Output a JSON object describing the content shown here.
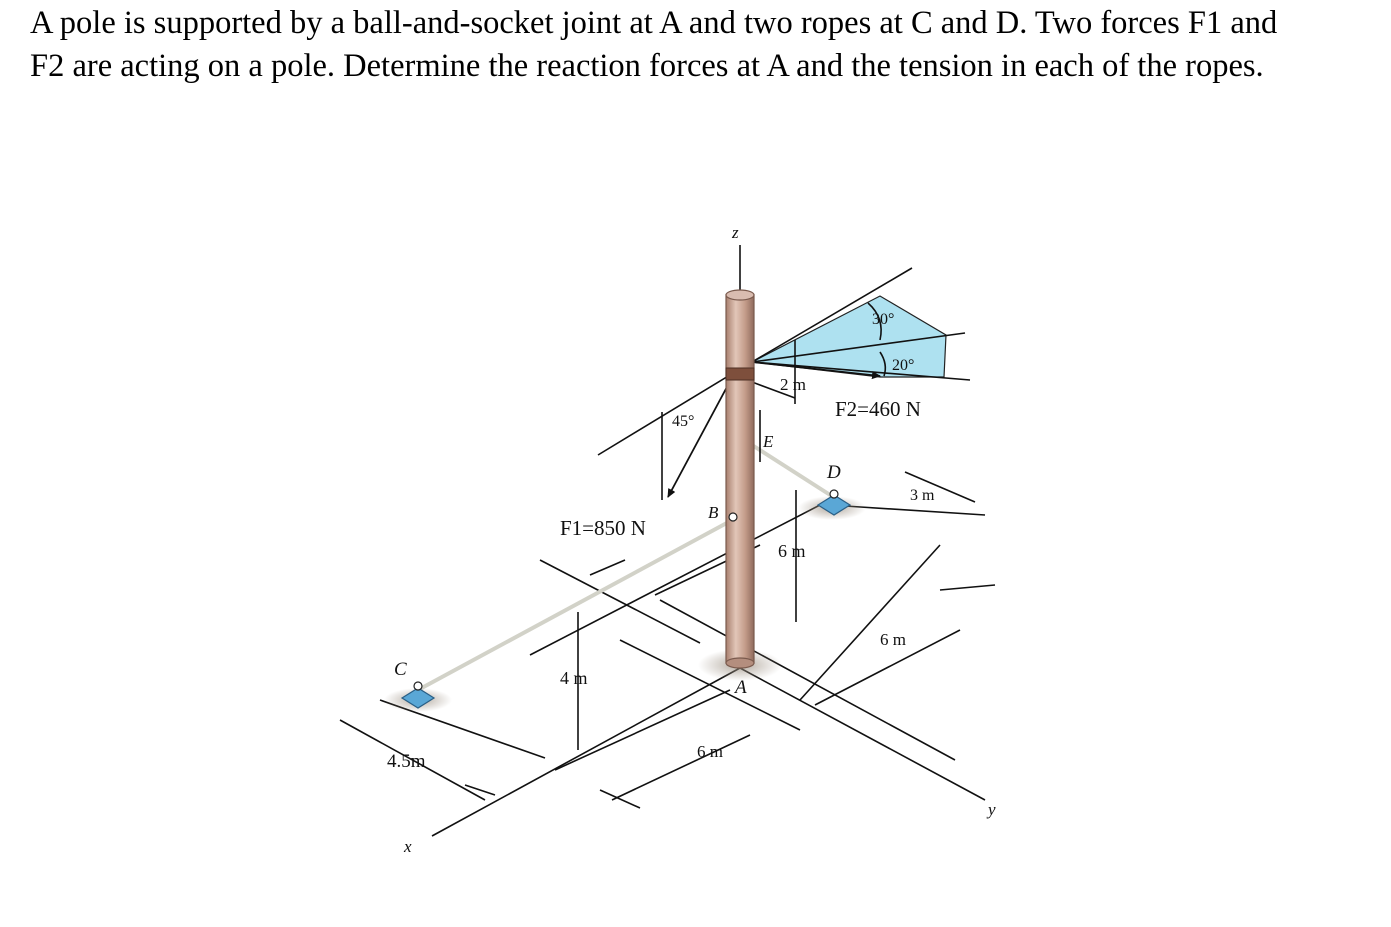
{
  "problem": {
    "line1": "A pole is supported by a ball-and-socket joint at A and two ropes at C and D. Two forces F1 and",
    "line2": "F2 are acting on a pole. Determine the reaction forces at A and the tension in each of the ropes."
  },
  "figure": {
    "points": {
      "A": "A",
      "B": "B",
      "C": "C",
      "D": "D",
      "E": "E"
    },
    "axes": {
      "x": "x",
      "y": "y",
      "z": "z"
    },
    "forces": {
      "f1": "F1=850 N",
      "f2": "F2=460 N"
    },
    "angles": {
      "a45": "45°",
      "a30": "30°",
      "a20": "20°"
    },
    "dims": {
      "d2m": "2 m",
      "d6m_upper": "6 m",
      "d3m": "3 m",
      "d6m_right": "6 m",
      "d4m": "4 m",
      "d6m_lower": "6 m",
      "d45m": "4.5m"
    },
    "colors": {
      "pole": "#c9a18e",
      "plane": "#aee1f0",
      "support": "#5aa7d6",
      "rope": "#d8d8d0"
    }
  }
}
